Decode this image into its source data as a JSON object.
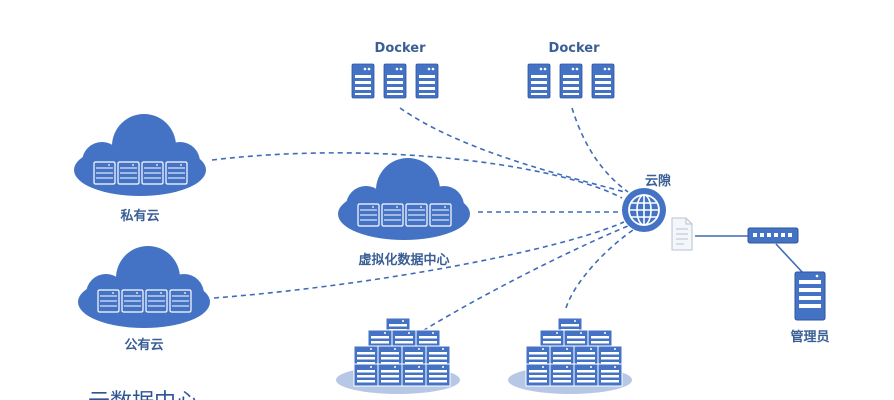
{
  "colors": {
    "primary": "#4473c5",
    "dark": "#2f5496",
    "shadow": "#b7c8e6",
    "line": "#3f6cb8",
    "text": "#3a5f95"
  },
  "nodes": {
    "docker_left": {
      "label": "Docker",
      "icon": "server-rack-icon"
    },
    "docker_right": {
      "label": "Docker",
      "icon": "server-rack-icon"
    },
    "private_cloud": {
      "label": "私有云",
      "icon": "cloud-icon"
    },
    "virtual_dc": {
      "label": "虚拟化数据中心",
      "icon": "cloud-icon"
    },
    "public_cloud": {
      "label": "公有云",
      "icon": "cloud-icon"
    },
    "yunxi": {
      "label": "云隙",
      "icon": "globe-icon"
    },
    "admin": {
      "label": "管理员",
      "icon": "server-icon"
    },
    "switch": {
      "icon": "switch-icon"
    },
    "document": {
      "icon": "document-icon"
    },
    "pyramid_left": {
      "icon": "server-pyramid-icon"
    },
    "pyramid_right": {
      "icon": "server-pyramid-icon"
    }
  },
  "title": "云数据中心"
}
